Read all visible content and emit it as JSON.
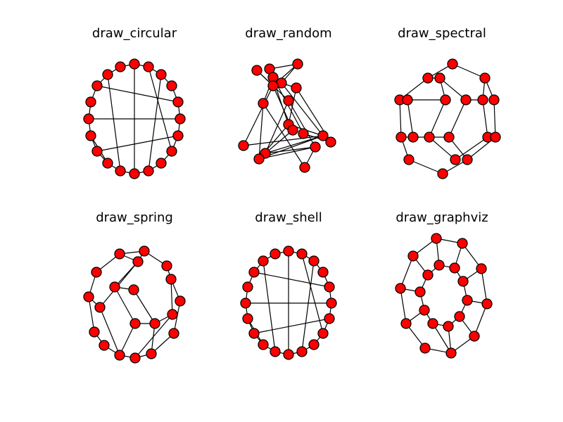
{
  "figure": {
    "node_color": "#ff0000",
    "edge_color": "#000000",
    "background": "#ffffff"
  },
  "panels": [
    {
      "title": "draw_circular",
      "layout": "circular"
    },
    {
      "title": "draw_random",
      "layout": "random"
    },
    {
      "title": "draw_spectral",
      "layout": "spectral"
    },
    {
      "title": "draw_spring",
      "layout": "spring"
    },
    {
      "title": "draw_shell",
      "layout": "shell"
    },
    {
      "title": "draw_graphviz",
      "layout": "graphviz"
    }
  ]
}
